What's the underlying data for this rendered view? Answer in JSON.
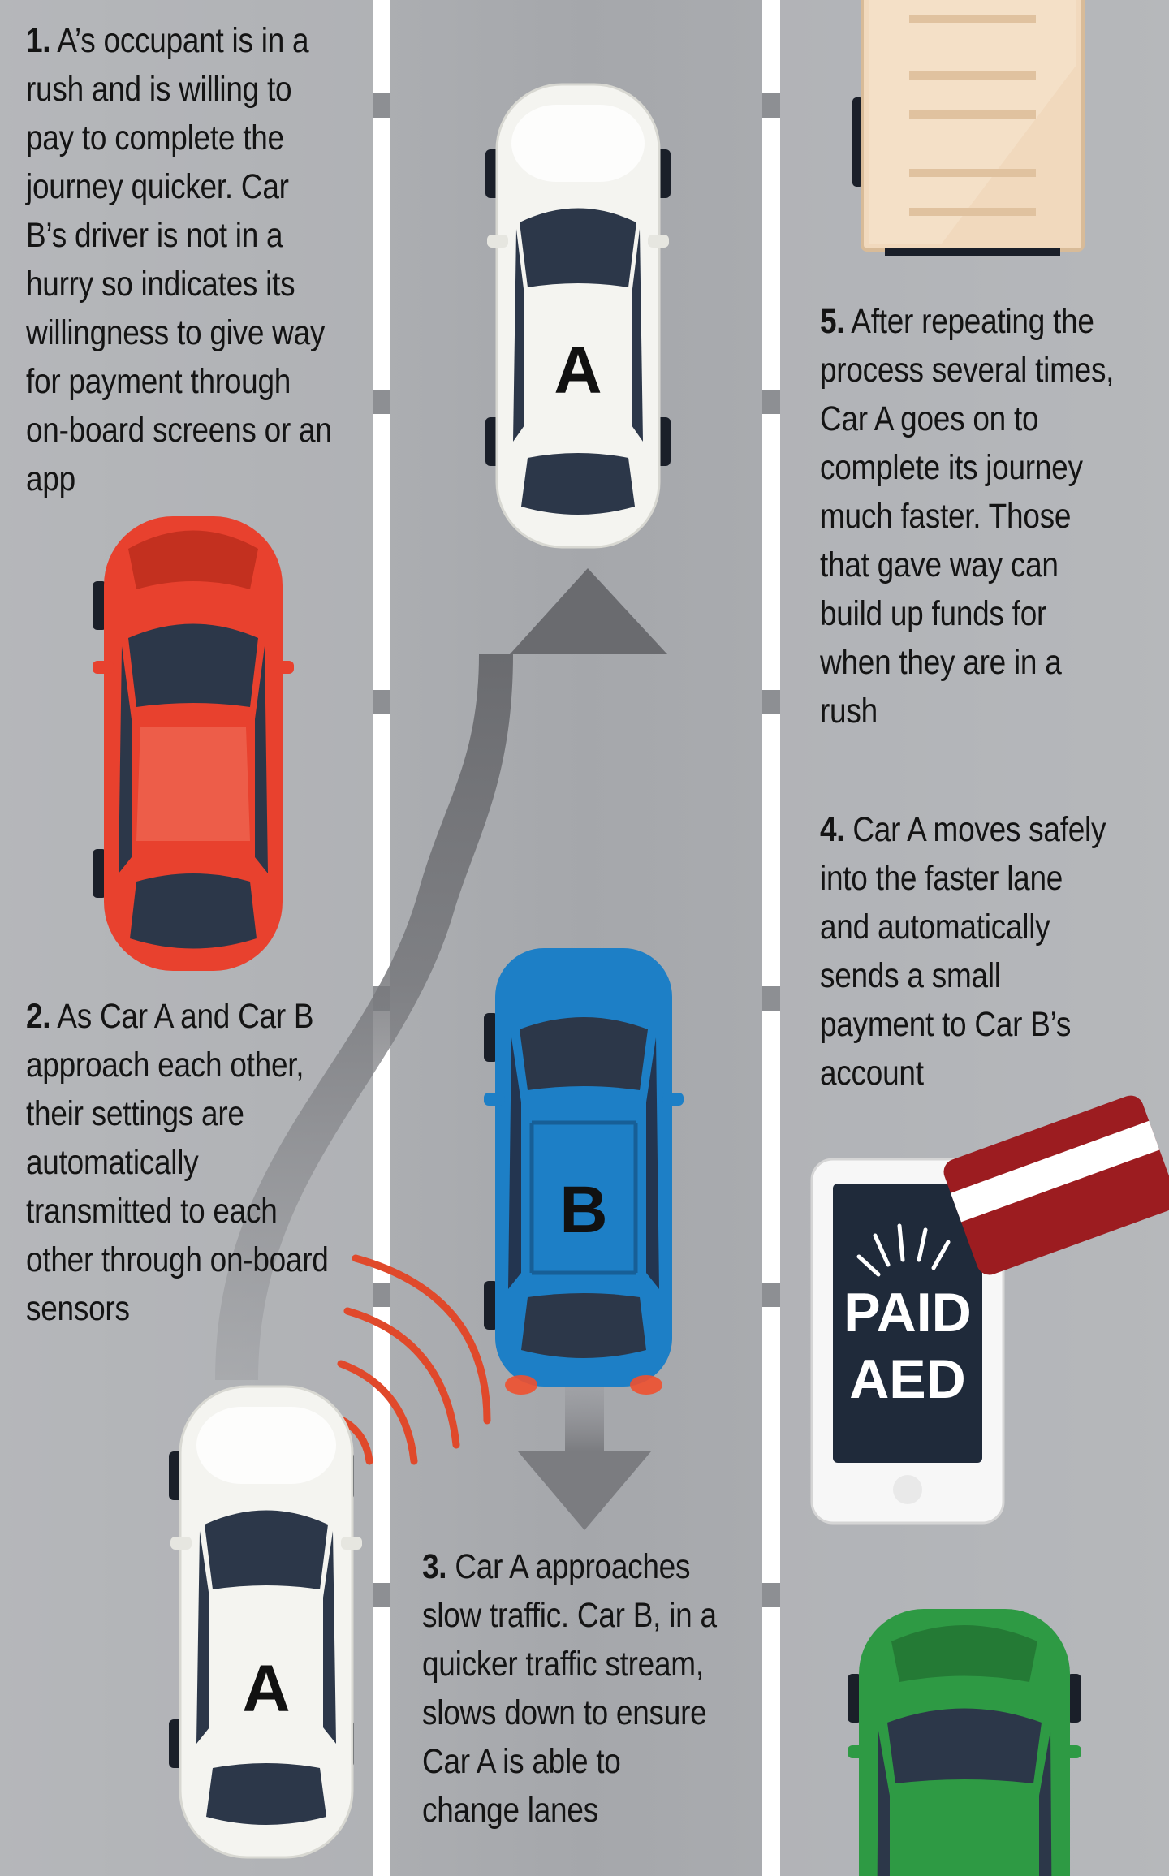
{
  "steps": [
    {
      "num": "1.",
      "text": "A’s occupant is in a rush and is willing to pay to complete the journey quicker. Car B’s driver is not in a hurry so indicates its willingness to give way for payment through on-board screens or an app"
    },
    {
      "num": "2.",
      "text": "As Car A and Car B approach each other, their settings are automatically transmitted to each other through on-board sensors"
    },
    {
      "num": "3.",
      "text": "Car A approaches slow traffic. Car B, in a quicker traffic stream, slows down to ensure Car A is able to change lanes"
    },
    {
      "num": "4.",
      "text": "Car A moves safely into the faster lane and automatically sends a small payment to Car B’s account"
    },
    {
      "num": "5.",
      "text": "After repeating the process several times, Car A goes on to complete its journey much faster. Those that gave way can build up funds for when they are in a rush"
    }
  ],
  "cars": {
    "a_label": "A",
    "b_label": "B"
  },
  "phone": {
    "line1": "PAID",
    "line2": "AED"
  },
  "colors": {
    "road": "#a9abaf",
    "lane_markings": "#ffffff",
    "car_a": "#f4f4f0",
    "car_b": "#1d7fc6",
    "red_car": "#e8412e",
    "green_car": "#2e9a44",
    "truck": "#f1d9bd",
    "sensor_waves": "#e0492b",
    "arrow": "#6b6c70",
    "card": "#9c1c20",
    "phone_screen": "#1f2a3a"
  }
}
